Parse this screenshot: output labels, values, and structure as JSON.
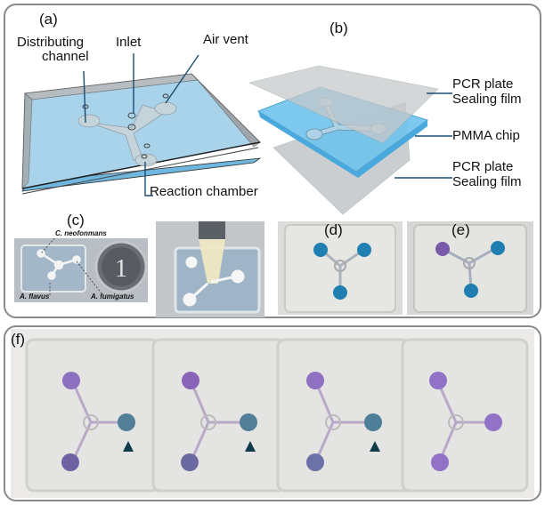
{
  "figure": {
    "panels": {
      "a": {
        "letter": "(a)",
        "labels": {
          "distributing_channel_line1": "Distributing",
          "distributing_channel_line2": "channel",
          "inlet": "Inlet",
          "air_vent": "Air vent",
          "reaction_chamber": "Reaction chamber"
        }
      },
      "b": {
        "letter": "(b)",
        "labels": {
          "top_film_line1": "PCR plate",
          "top_film_line2": "Sealing film",
          "chip": "PMMA chip",
          "bottom_film_line1": "PCR plate",
          "bottom_film_line2": "Sealing film"
        }
      },
      "c": {
        "letter": "(c)",
        "labels": {
          "c_neoformans": "C. neofonmans",
          "a_flavus": "A. flavus",
          "a_fumigatus": "A. fumigatus"
        }
      },
      "d": {
        "letter": "(d)"
      },
      "e": {
        "letter": "(e)"
      },
      "f": {
        "letter": "(f)"
      }
    },
    "colors": {
      "chip_blue": "#7ec3e6",
      "channel_blue": "#5fb6e8",
      "positive_blue": "#1f7fb0",
      "negative_purple": "#8a6bbf",
      "arrowhead": "#0f3a4a",
      "frame": "#8a8a8a"
    }
  }
}
